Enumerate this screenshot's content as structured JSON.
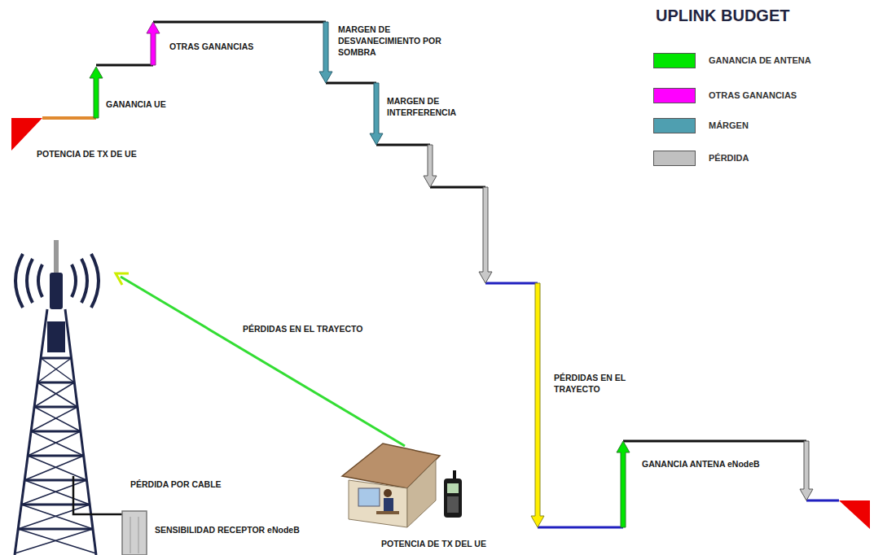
{
  "diagram": {
    "title": "UPLINK BUDGET",
    "labels": [
      "OTRAS GANANCIAS",
      "MARGEN DE DESVANECIMIENTO POR SOMBRA",
      "GANANCIA UE",
      "MARGEN DE INTERFERENCIA",
      "POTENCIA DE TX DE UE",
      "PÉRDIDAS EN EL TRAYECTO",
      "PÉRDIDAS EN EL TRAYECTO",
      "GANANCIA ANTENA eNodeB",
      "PÉRDIDA POR CABLE",
      "SENSIBILIDAD RECEPTOR eNodeB",
      "POTENCIA DE TX DEL UE"
    ],
    "legend": [
      {
        "text": "GANANCIA DE ANTENA",
        "color": "#00e600"
      },
      {
        "text": "OTRAS GANANCIAS",
        "color": "#ff00ff"
      },
      {
        "text": "MÁRGEN",
        "color": "#4f9fb0"
      },
      {
        "text": "PÉRDIDA",
        "color": "#c0c0c0"
      }
    ]
  }
}
